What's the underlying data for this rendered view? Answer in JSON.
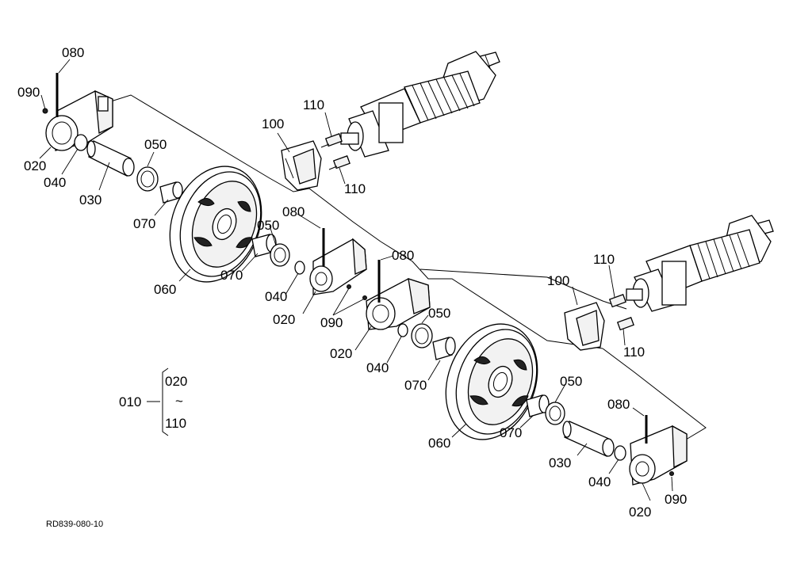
{
  "diagram": {
    "code": "RD839-080-10",
    "assembly_label": "010",
    "range_from": "020",
    "range_tilde": "~",
    "range_to": "110",
    "callouts": {
      "c080": "080",
      "c090": "090",
      "c020": "020",
      "c040": "040",
      "c030": "030",
      "c050": "050",
      "c070": "070",
      "c060": "060",
      "c100": "100",
      "c110": "110"
    }
  }
}
